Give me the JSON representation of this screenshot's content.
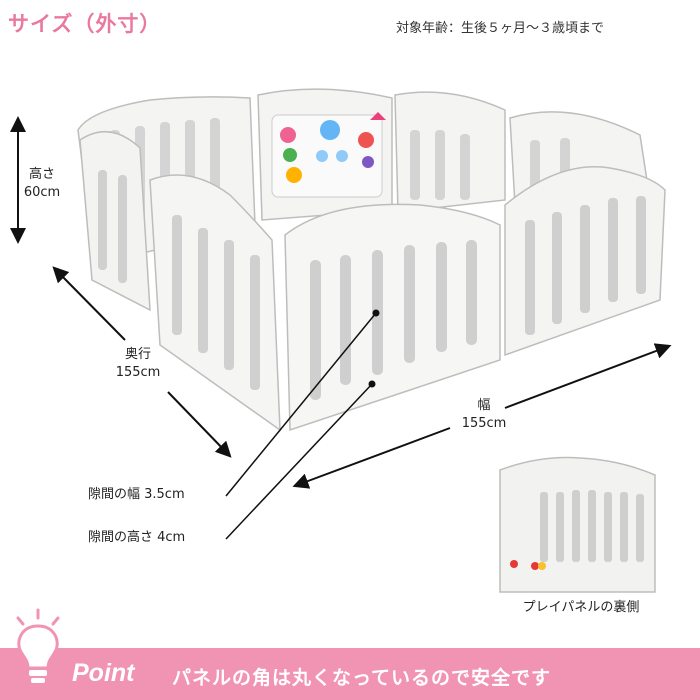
{
  "header": {
    "title": "サイズ（外寸）",
    "age_range": "対象年齢：生後５ヶ月〜３歳頃まで"
  },
  "dimensions": {
    "height_label": "高さ",
    "height_value": "60cm",
    "depth_label": "奥行",
    "depth_value": "155cm",
    "width_label": "幅",
    "width_value": "155cm",
    "gap_width": "隙間の幅 3.5cm",
    "gap_height": "隙間の高さ 4cm"
  },
  "inset": {
    "caption": "プレイパネルの裏側"
  },
  "banner": {
    "point_word": "Point",
    "message": "パネルの角は丸くなっているので安全です"
  },
  "colors": {
    "title_pink": "#e9799e",
    "banner_pink": "#f194b3",
    "panel_white": "#f2f2f0",
    "panel_shade": "#c9c9c9"
  },
  "icons": [
    "light-bulb-icon",
    "double-arrow-icon"
  ]
}
